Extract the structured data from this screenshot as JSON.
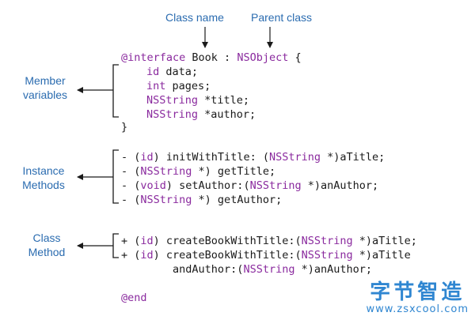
{
  "callouts": {
    "class_name": "Class name",
    "parent_class": "Parent class",
    "member_variables": [
      "Member",
      "variables"
    ],
    "instance_methods": [
      "Instance",
      "Methods"
    ],
    "class_method": [
      "Class",
      "Method"
    ]
  },
  "code": {
    "interface_kw": "@interface",
    "class_name": " Book : ",
    "parent": "NSObject",
    "open_brace": " {",
    "members": [
      {
        "type": "id",
        "rest": " data;"
      },
      {
        "type": "int",
        "rest": " pages;"
      },
      {
        "type": "NSString",
        "rest": " *title;"
      },
      {
        "type": "NSString",
        "rest": " *author;"
      }
    ],
    "close_brace": "}",
    "instance_methods": [
      {
        "p1": "- (",
        "t1": "id",
        "p2": ") initWithTitle: (",
        "t2": "NSString",
        "p3": " *)aTitle;"
      },
      {
        "p1": "- (",
        "t1": "NSString",
        "p2": " *) getTitle;",
        "t2": "",
        "p3": ""
      },
      {
        "p1": "- (",
        "t1": "void",
        "p2": ") setAuthor:(",
        "t2": "NSString",
        "p3": " *)anAuthor;"
      },
      {
        "p1": "- (",
        "t1": "NSString",
        "p2": " *) getAuthor;",
        "t2": "",
        "p3": ""
      }
    ],
    "class_methods": [
      {
        "p1": "+ (",
        "t1": "id",
        "p2": ") createBookWithTitle:(",
        "t2": "NSString",
        "p3": " *)aTitle;"
      },
      {
        "p1": "+ (",
        "t1": "id",
        "p2": ") createBookWithTitle:(",
        "t2": "NSString",
        "p3": " *)aTitle"
      },
      {
        "p1": "        andAuthor:(",
        "t1": "NSString",
        "p2": " *)anAuthor;",
        "t2": "",
        "p3": ""
      }
    ],
    "end_kw": "@end"
  },
  "watermark": {
    "cn": "字节智造",
    "en": "www.zsxcool.com"
  },
  "colors": {
    "annotation": "#2b6cb0",
    "keyword": "#8a2a9e",
    "code": "#1a1a1a",
    "watermark": "#2f86d1"
  }
}
